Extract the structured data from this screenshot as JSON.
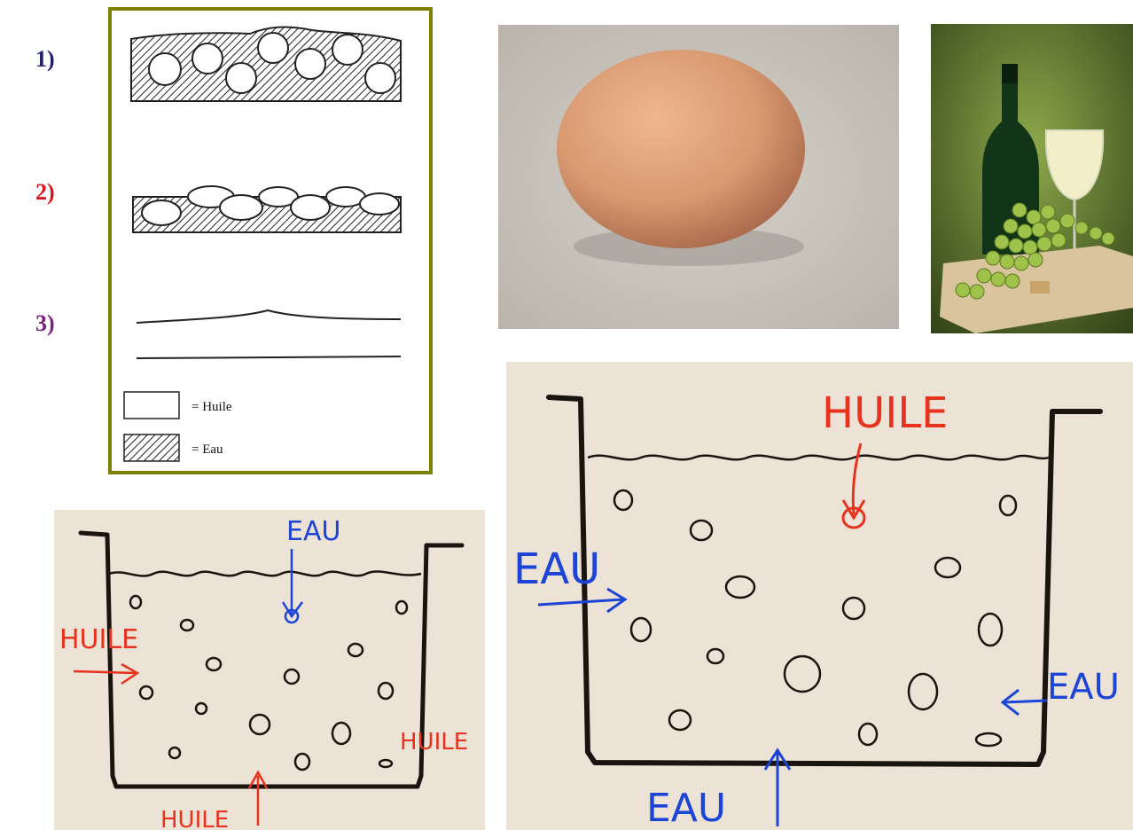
{
  "steps": [
    {
      "label": "1)",
      "color": "#1f1f7a"
    },
    {
      "label": "2)",
      "color": "#e0141e"
    },
    {
      "label": "3)",
      "color": "#7a1f7a"
    }
  ],
  "legend": {
    "oil": "= Huile",
    "water": "= Eau"
  },
  "sketch_small": {
    "top_label": "EAU",
    "left_label": "HUILE",
    "right_label": "HUILE",
    "bottom_label": "HUILE"
  },
  "sketch_large": {
    "top_label": "HUILE",
    "left_label": "EAU",
    "right_label": "EAU",
    "bottom_label": "EAU"
  },
  "colors": {
    "frame": "#808000",
    "paper": "#ece3d6",
    "ink": "#1a1410",
    "red_ink": "#e8321e",
    "blue_ink": "#1c44d6"
  }
}
